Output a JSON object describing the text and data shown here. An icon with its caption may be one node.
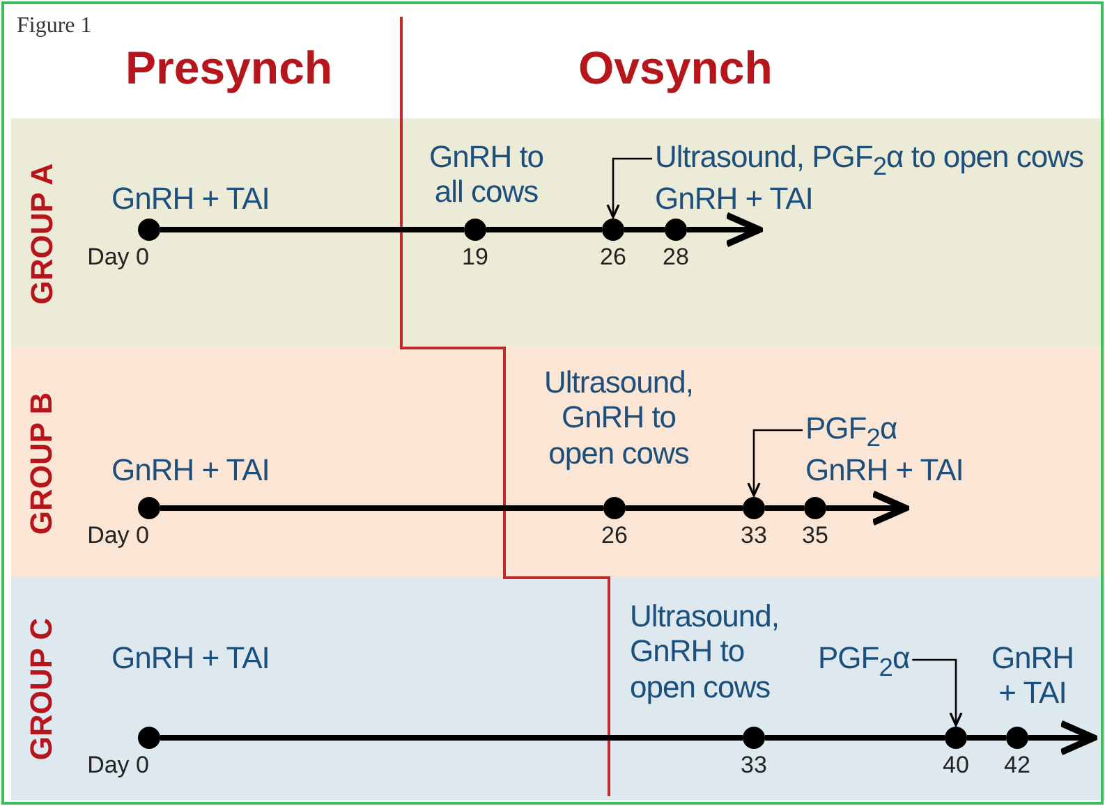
{
  "diagram": {
    "nodes": [
      {
        "text": [
          "GROUP A"
        ]
      },
      {
        "text": [
          "Ultrasound, PGF$_{2}$α to open cows"
        ],
        "in": 0
      },
      {
        "text": [],
        "shape": "circle",
        "in": 0,
        "beside": [
          "GnRH + TAI",
          "Day 0"
        ]
      },
      {
        "text": [],
        "shape": "circle",
        "in": 0,
        "beside": [
          "GnRH to all cows",
          "19"
        ]
      },
      {
        "text": [],
        "shape": "circle",
        "in": 0,
        "beside": [
          "26"
        ]
      },
      {
        "text": [],
        "shape": "circle",
        "in": 0,
        "beside": [
          "GnRH + TAI",
          "28"
        ]
      },
      {
        "text": [
          "GROUP B"
        ]
      },
      {
        "text": [
          "PGF$_{2}$α"
        ],
        "in": 6
      },
      {
        "text": [],
        "shape": "circle",
        "in": 6,
        "beside": [
          "GnRH + TAI",
          "Day 0"
        ]
      },
      {
        "text": [],
        "shape": "circle",
        "in": 6,
        "beside": [
          "Ultrasound, GnRH to open cows",
          "26"
        ]
      },
      {
        "text": [],
        "shape": "circle",
        "in": 6,
        "beside": [
          "33"
        ]
      },
      {
        "text": [],
        "shape": "circle",
        "in": 6,
        "beside": [
          "GnRH + TAI",
          "35"
        ]
      },
      {
        "text": [
          "GROUP C"
        ]
      },
      {
        "text": [
          "PGF$_{2}$α"
        ],
        "in": 12
      },
      {
        "text": [],
        "shape": "circle",
        "in": 12,
        "beside": [
          "GnRH + TAI",
          "Day 0"
        ]
      },
      {
        "text": [],
        "shape": "circle",
        "in": 12,
        "beside": [
          "Ultrasound, GnRH to open cows",
          "33"
        ]
      },
      {
        "text": [],
        "shape": "circle",
        "in": 12,
        "beside": [
          "40"
        ]
      },
      {
        "text": [],
        "shape": "circle",
        "in": 12,
        "beside": [
          "GnRH + TAI",
          "42"
        ]
      }
    ],
    "edges": [
      {
        "from": 2,
        "to": 3,
        "arrow": "none"
      },
      {
        "from": 3,
        "to": 4,
        "arrow": "none"
      },
      {
        "from": 4,
        "to": 5,
        "arrow": "none"
      },
      {
        "from": 1,
        "to": 4,
        "arrow": "to"
      },
      {
        "from": 8,
        "to": 9,
        "arrow": "none"
      },
      {
        "from": 9,
        "to": 10,
        "arrow": "none"
      },
      {
        "from": 10,
        "to": 11,
        "arrow": "none"
      },
      {
        "from": 7,
        "to": 10,
        "arrow": "to"
      },
      {
        "from": 14,
        "to": 15,
        "arrow": "none"
      },
      {
        "from": 15,
        "to": 16,
        "arrow": "none"
      },
      {
        "from": 16,
        "to": 17,
        "arrow": "none"
      },
      {
        "from": 13,
        "to": 16,
        "arrow": "to"
      }
    ],
    "labels": [
      "Figure 1",
      "Presynch",
      "Ovsynch"
    ]
  }
}
